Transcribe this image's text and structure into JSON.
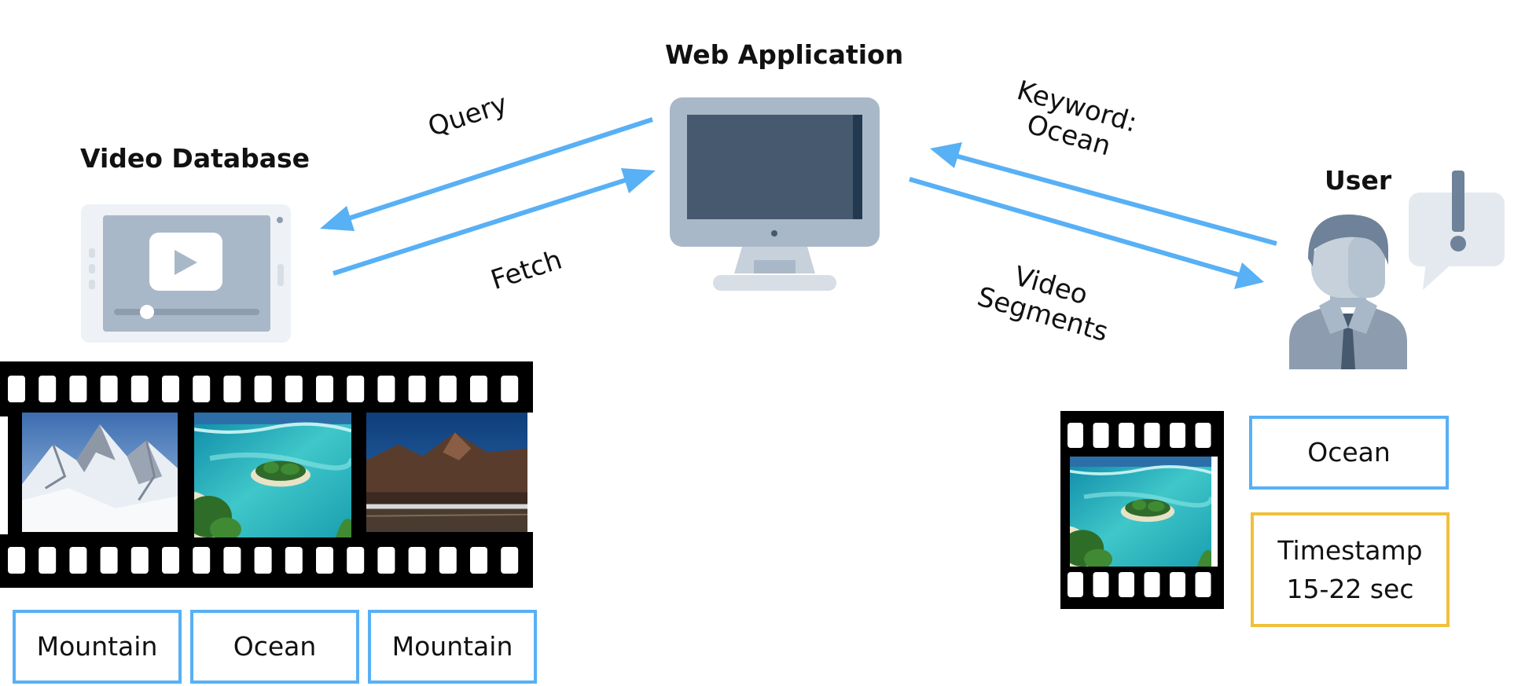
{
  "colors": {
    "arrow": "#58b0f5",
    "tag_border": "#58b0f5",
    "timestamp_border": "#f0c03c",
    "device_gray": "#a9b8c8",
    "screen_dark": "#46596f"
  },
  "nodes": {
    "video_database": {
      "title": "Video Database",
      "icon": "video-player-icon"
    },
    "web_application": {
      "title": "Web Application",
      "icon": "monitor-icon"
    },
    "user": {
      "title": "User",
      "icon": "user-icon",
      "badge_icon": "exclamation-speech-bubble-icon"
    }
  },
  "edges": {
    "query": "Query",
    "fetch": "Fetch",
    "keyword_line1": "Keyword:",
    "keyword_line2": "Ocean",
    "segments_line1": "Video",
    "segments_line2": "Segments"
  },
  "database_filmstrip": {
    "frames": [
      {
        "scene": "snowy mountain peaks"
      },
      {
        "scene": "turquoise ocean with island"
      },
      {
        "scene": "desert mountains with road"
      }
    ],
    "tags": [
      "Mountain",
      "Ocean",
      "Mountain"
    ]
  },
  "result": {
    "frame_scene": "turquoise ocean with island",
    "keyword_tag": "Ocean",
    "timestamp_line1": "Timestamp",
    "timestamp_line2": "15-22 sec"
  }
}
